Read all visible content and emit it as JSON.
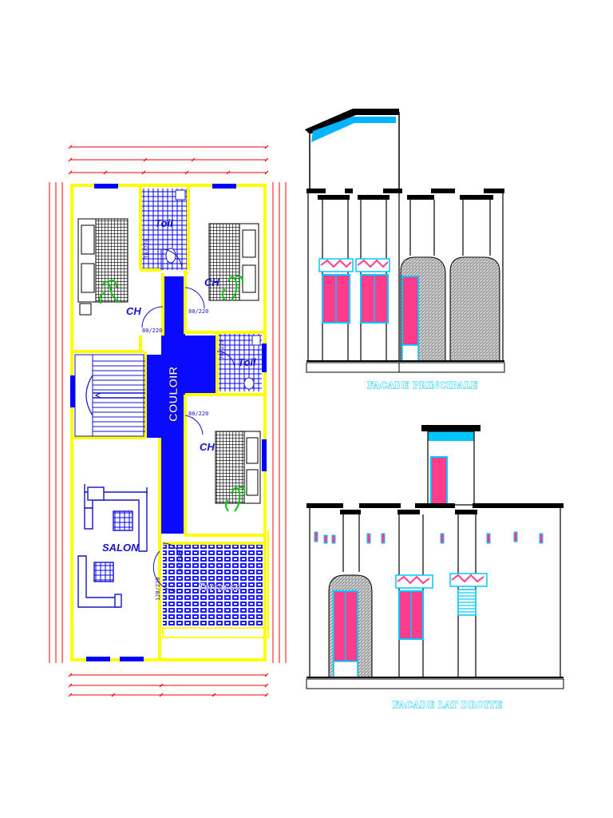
{
  "plan": {
    "rooms": {
      "ch_top_left": "CH",
      "toil_top": "Toil",
      "ch_top_right": "CH",
      "couloir": "COULOIR",
      "toil_right": "Toil",
      "ch_right": "CH",
      "salon": "SALON",
      "terrasse": "Terrasse"
    },
    "doors": {
      "d1": "70/220",
      "d2": "80/220",
      "d3": "80/220",
      "d4": "70/220",
      "d5": "80/220",
      "d6": "120/220",
      "d7": "80/220"
    }
  },
  "elevations": {
    "front_title": "FACADE PRINCIPALE",
    "side_title": "FACADE LAT DROITE"
  },
  "colors": {
    "wall": "#ffff00",
    "blue": "#0000ff",
    "red_dim": "#ff0000",
    "pink_glass": "#ff3c8c",
    "cyan": "#00c8ff",
    "hatch_grey": "#a0a0a0"
  }
}
